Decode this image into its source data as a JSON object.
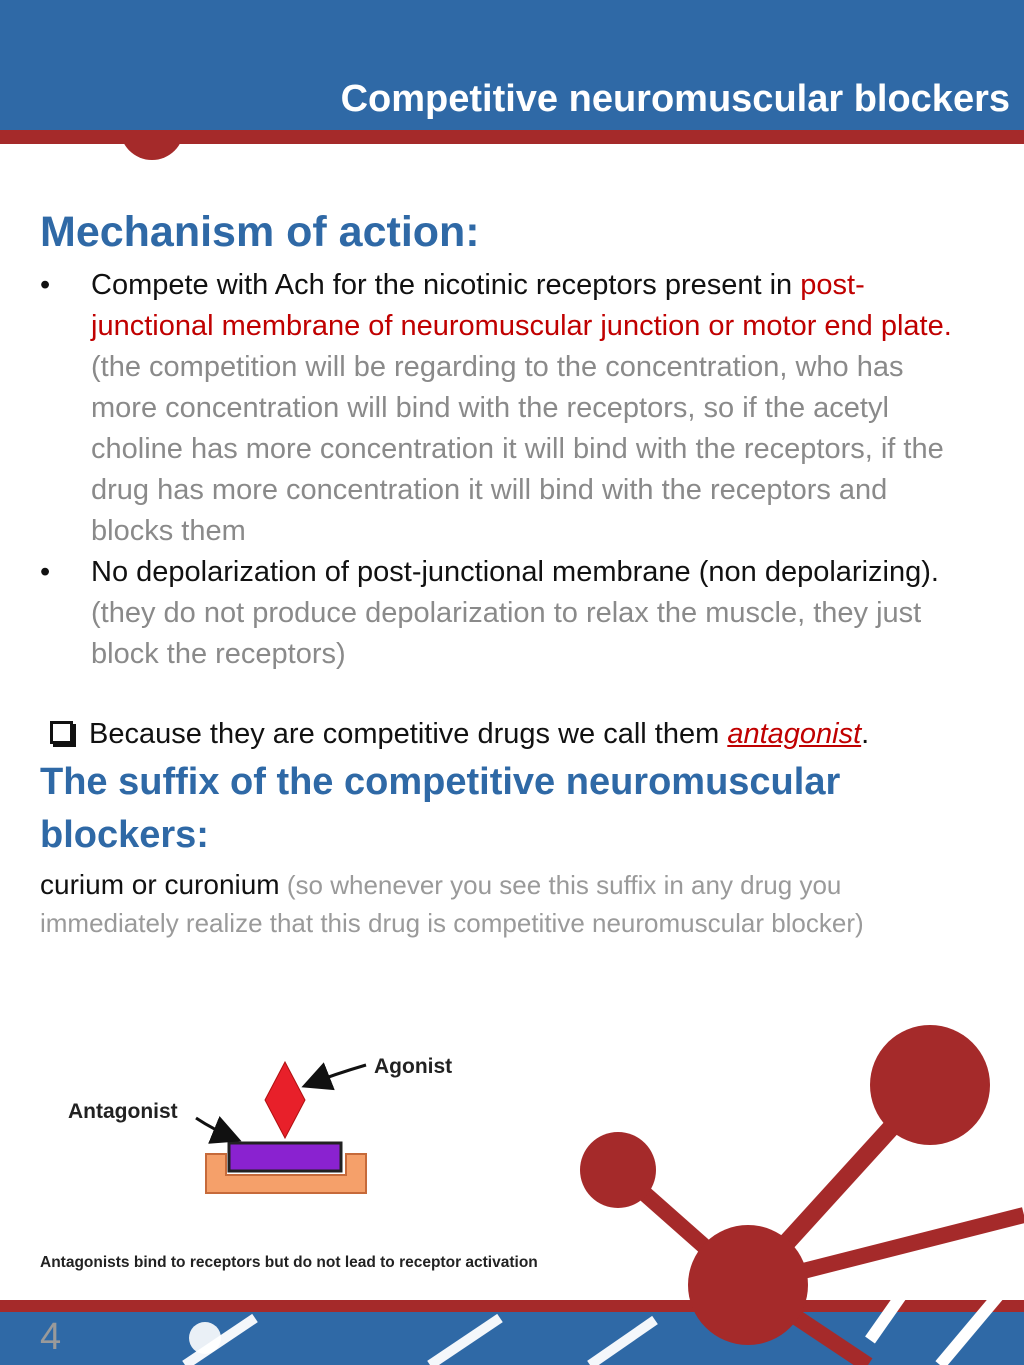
{
  "header": {
    "title": "Competitive neuromuscular blockers"
  },
  "mechanism": {
    "heading": "Mechanism of action:",
    "bullet_symbol": "•",
    "bullets": [
      {
        "text": "Compete with Ach for the nicotinic receptors present in ",
        "red": "post-junctional membrane of neuromuscular junction or motor end plate.",
        "note": " (the competition will be regarding to the concentration, who has more concentration will bind with the receptors, so if the acetyl choline has more concentration it will bind with the receptors, if the drug has more concentration it will bind with the receptors and blocks them"
      },
      {
        "text": "No depolarization of post-junctional membrane (non depolarizing).",
        "note": " (they do not produce depolarization to relax the muscle, they just block the receptors)"
      }
    ]
  },
  "because": {
    "text": "Because they are competitive drugs we call them ",
    "highlight": "antagonist",
    "end": "."
  },
  "suffix": {
    "heading": "The suffix of the competitive neuromuscular blockers:",
    "text": "curium or curonium",
    "note": " (so whenever you see this suffix in any drug you immediately realize that this drug is  competitive neuromuscular blocker)"
  },
  "diagram": {
    "agonist_label": "Agonist",
    "antagonist_label": "Antagonist",
    "caption": "Antagonists bind to receptors but do not lead to  receptor activation",
    "colors": {
      "agonist": "#e8202a",
      "antagonist": "#8a22d0",
      "receptor": "#f5a06a"
    }
  },
  "footer": {
    "page_number": "4"
  },
  "theme": {
    "blue": "#2f69a6",
    "red": "#a52a2a",
    "accent_red": "#c00000"
  }
}
